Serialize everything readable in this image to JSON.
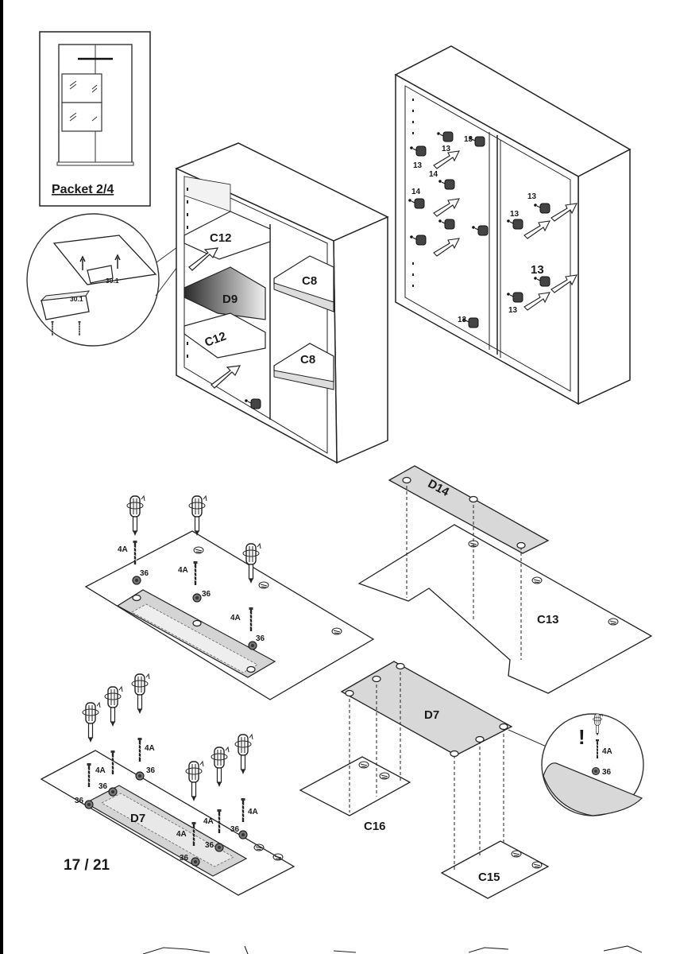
{
  "packet": {
    "label": "Packet 2/4"
  },
  "page": {
    "number": "17 / 21"
  },
  "parts": {
    "c12": "C12",
    "d9": "D9",
    "c8": "C8",
    "d14": "D14",
    "c13": "C13",
    "d7": "D7",
    "c16": "C16",
    "c15": "C15"
  },
  "fittings": {
    "f30_1": "30.1",
    "f13": "13",
    "f14": "14",
    "f4a": "4A",
    "f36": "36",
    "warn": "!"
  }
}
